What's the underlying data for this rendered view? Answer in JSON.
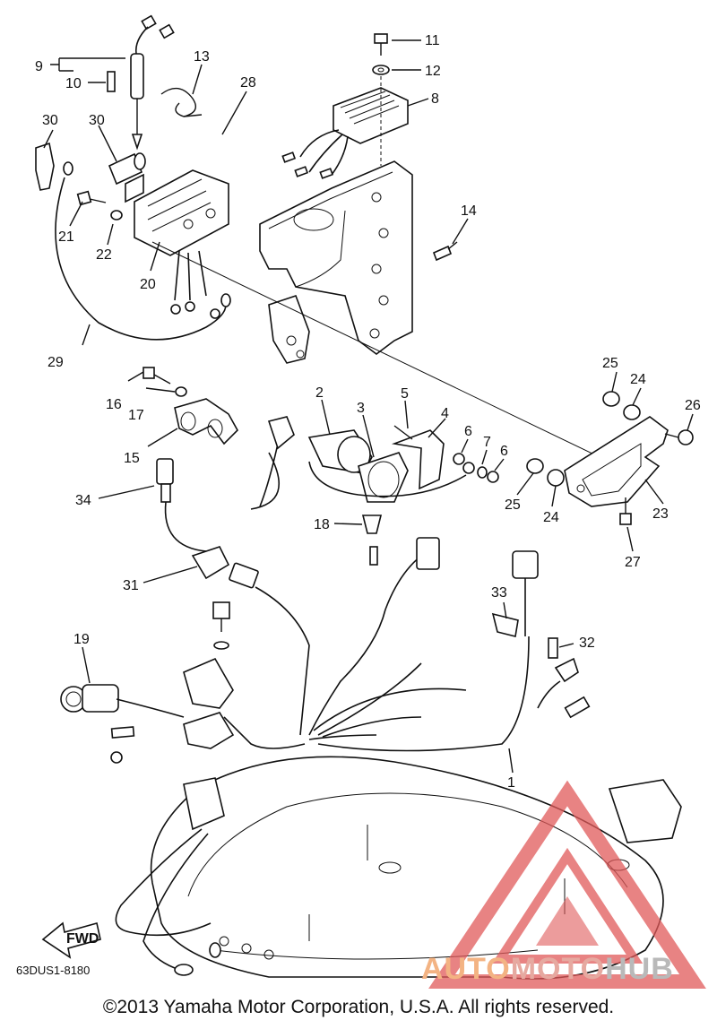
{
  "diagram": {
    "drawing_code": "63DUS1-8180",
    "copyright": "©2013 Yamaha Motor Corporation, U.S.A. All rights reserved.",
    "fwd_label": "FWD",
    "callouts": [
      "1",
      "2",
      "3",
      "4",
      "5",
      "6",
      "6",
      "7",
      "8",
      "9",
      "10",
      "11",
      "12",
      "13",
      "14",
      "15",
      "16",
      "17",
      "18",
      "19",
      "20",
      "21",
      "22",
      "23",
      "24",
      "24",
      "25",
      "25",
      "26",
      "27",
      "28",
      "29",
      "30",
      "30",
      "31",
      "32",
      "33",
      "34"
    ]
  },
  "watermark": {
    "part1": "AUTO",
    "part2": "MOTO",
    "part3": "HUB",
    "colors": {
      "red": "#e05a5a",
      "orange": "#f3b383",
      "grey": "#b9b9b9"
    }
  }
}
